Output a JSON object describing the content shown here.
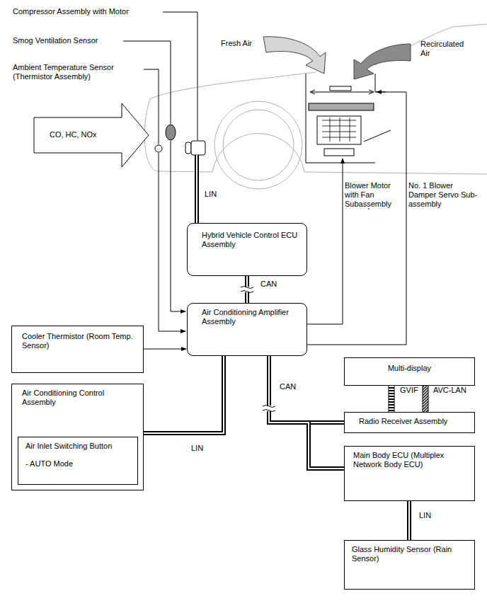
{
  "diagram": {
    "nodes": [
      {
        "text": [
          "Hybrid Vehicle Control ECU Assembly"
        ]
      },
      {
        "text": [
          "Air Conditioning Amplifier Assembly"
        ]
      },
      {
        "text": [
          "Cooler Thermistor (Room Temp. Sensor)"
        ]
      },
      {
        "text": [
          "Air Conditioning Control Assembly"
        ]
      },
      {
        "text": [
          "Air Inlet Switching Button",
          "- AUTO Mode"
        ],
        "in": 3
      },
      {
        "text": [
          "Multi-display"
        ]
      },
      {
        "text": [
          "Radio Receiver Assembly"
        ]
      },
      {
        "text": [
          "Main Body ECU (Multiplex Network Body ECU)"
        ]
      },
      {
        "text": [
          "Glass Humidity Sensor (Rain Sensor)"
        ]
      }
    ],
    "edges": [
      {
        "from": 0,
        "to": 1,
        "label": "CAN",
        "arrow": "none"
      },
      {
        "from": 2,
        "to": 1,
        "arrow": "to"
      },
      {
        "from": 3,
        "to": 1,
        "label": "LIN",
        "arrow": "none"
      },
      {
        "from": 1,
        "to": 6,
        "label": "CAN",
        "arrow": "none"
      },
      {
        "from": 1,
        "to": 7,
        "arrow": "none"
      },
      {
        "from": 5,
        "to": 6,
        "label": "GVIF",
        "arrow": "none"
      },
      {
        "from": 5,
        "to": 6,
        "label": "AVC-LAN",
        "arrow": "none"
      },
      {
        "from": 7,
        "to": 8,
        "label": "LIN",
        "arrow": "none"
      }
    ],
    "labels": [
      "Compressor Assembly with Motor",
      "Smog Ventilation Sensor",
      "Ambient Temperature Sensor (Thermistor Assembly)",
      "Fresh Air",
      "Recirculated Air",
      "CO, HC, NOx",
      "LIN",
      "Blower Motor with Fan Subassembly",
      "No. 1 Blower Damper Servo Sub-assembly"
    ]
  }
}
